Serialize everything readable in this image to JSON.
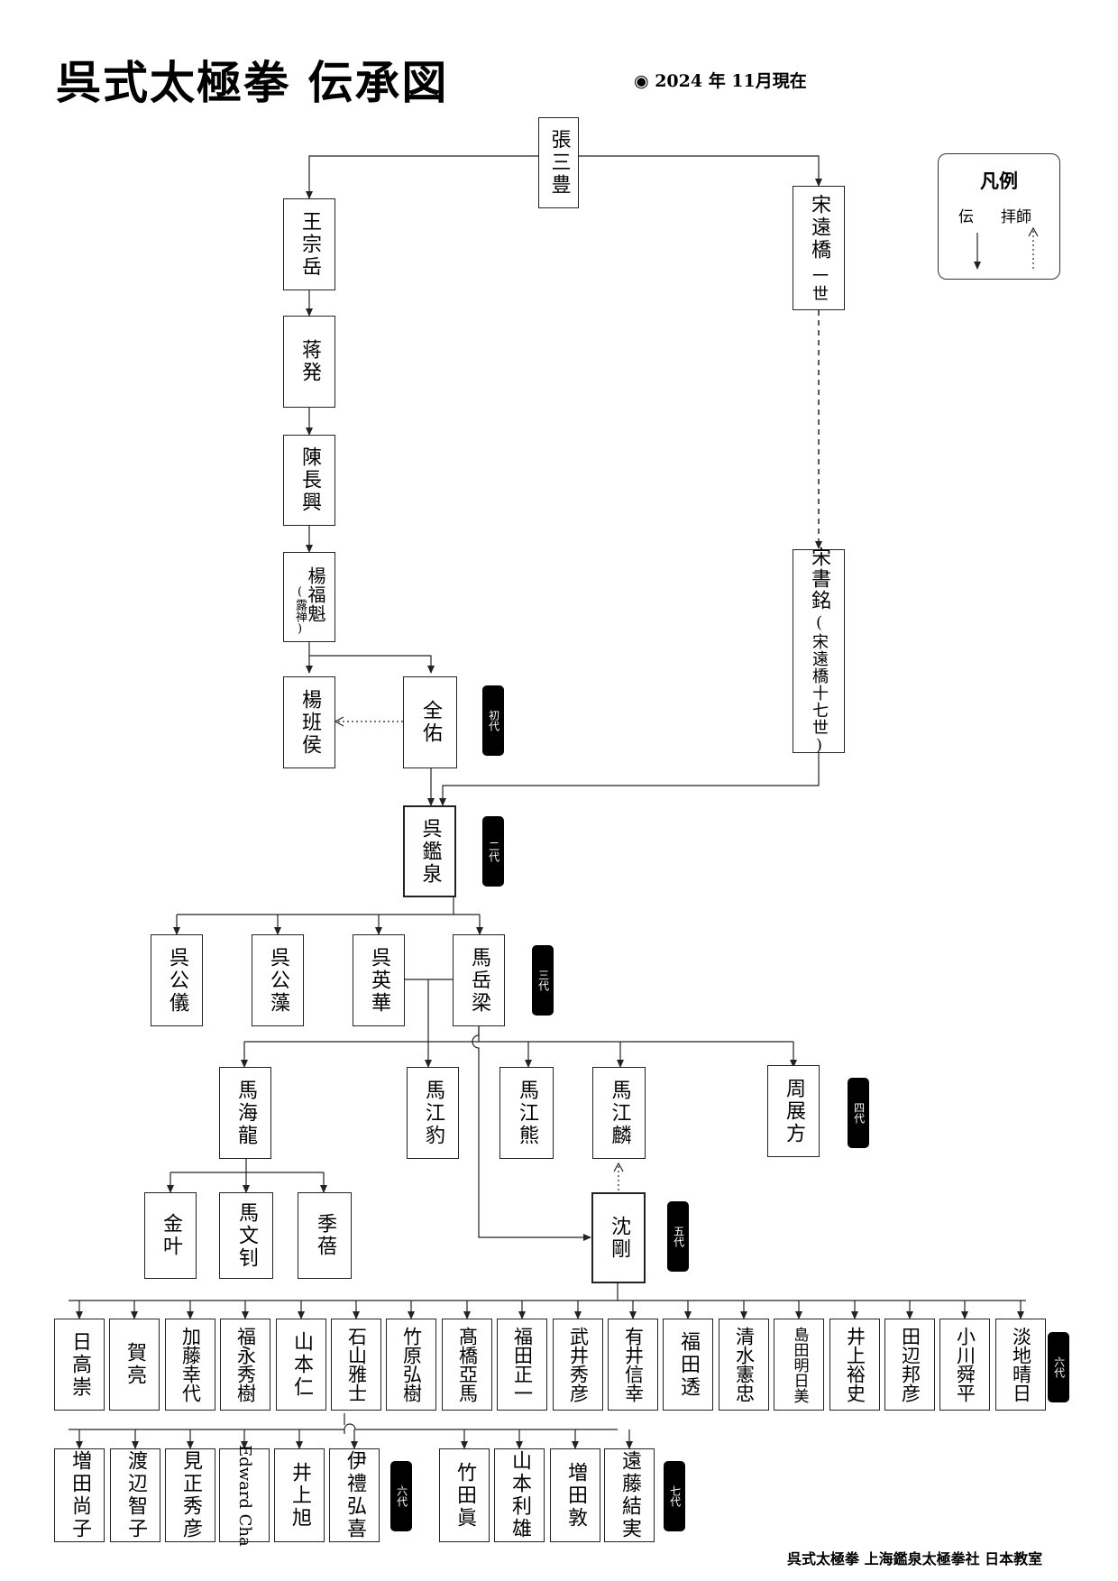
{
  "title": "呉式太極拳 伝承図",
  "date": "◉ 2024 年 11月現在",
  "footer": "呉式太極拳 上海鑑泉太極拳社 日本教室",
  "legend": {
    "title": "凡例",
    "den": "伝",
    "haishi": "拝師"
  },
  "generations": {
    "g1": "初代",
    "g2": "二代",
    "g3": "三代",
    "g4": "四代",
    "g5": "五代",
    "g6a": "六代",
    "g6b": "六代",
    "g7": "七代"
  },
  "nodes": {
    "zhang": "張三豊",
    "wang": "王宗岳",
    "jiang": "蒋発",
    "chen": "陳長興",
    "yangfk": "楊福魁",
    "yangfk_sub": "(露禅)",
    "yangbh": "楊班侯",
    "quan": "全佑",
    "song1": "宋遠橋",
    "song1_sub": "一世",
    "song2": "宋書銘",
    "song2_sub": "(宋遠橋十七世)",
    "wujq": "呉鑑泉",
    "wugy": "呉公儀",
    "wugz": "呉公藻",
    "wuyh": "呉英華",
    "mayl": "馬岳梁",
    "mahl": "馬海龍",
    "majb": "馬江豹",
    "majx": "馬江熊",
    "majl": "馬江麟",
    "zhou": "周展方",
    "jin": "金叶",
    "mawz": "馬文钊",
    "ji": "季蓓",
    "shen": "沈剛",
    "r1": [
      "日高崇",
      "賀亮",
      "加藤幸代",
      "福永秀樹",
      "山本仁",
      "石山雅士",
      "竹原弘樹",
      "髙橋亞馬",
      "福田正一",
      "武井秀彦",
      "有井信幸",
      "福田透",
      "清水憲忠",
      "島田明日美",
      "井上裕史",
      "田辺邦彦",
      "小川舜平",
      "淡地晴日"
    ],
    "r2a": [
      "増田尚子",
      "渡辺智子",
      "見正秀彦",
      "Edward Cha",
      "井上旭",
      "伊禮弘喜"
    ],
    "r2b": [
      "竹田眞",
      "山本利雄",
      "増田敦",
      "遠藤結実"
    ]
  }
}
